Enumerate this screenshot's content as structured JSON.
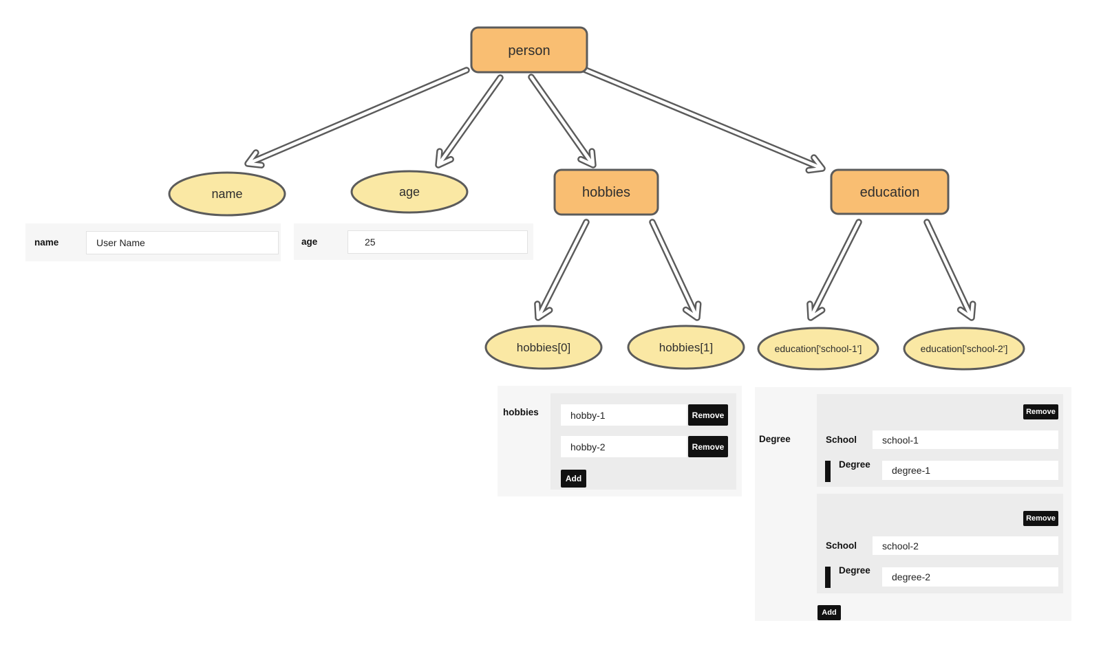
{
  "diagram": {
    "colors": {
      "branch_node_fill": "#f9be72",
      "leaf_node_fill": "#fae8a4",
      "node_border": "#5b5b5b",
      "button_bg": "#111111"
    },
    "nodes": {
      "person": "person",
      "name": "name",
      "age": "age",
      "hobbies": "hobbies",
      "education": "education",
      "hobbies_0": "hobbies[0]",
      "hobbies_1": "hobbies[1]",
      "school_1": "education['school-1']",
      "school_2": "education['school-2']"
    }
  },
  "forms": {
    "name": {
      "label": "name",
      "value": "User Name"
    },
    "age": {
      "label": "age",
      "value": "25"
    },
    "hobbies": {
      "label": "hobbies",
      "items": [
        "hobby-1",
        "hobby-2"
      ],
      "remove_label": "Remove",
      "add_label": "Add"
    },
    "education": {
      "label": "Degree",
      "remove_label": "Remove",
      "add_label": "Add",
      "entries": [
        {
          "school_label": "School",
          "school_value": "school-1",
          "degree_label": "Degree",
          "degree_value": "degree-1"
        },
        {
          "school_label": "School",
          "school_value": "school-2",
          "degree_label": "Degree",
          "degree_value": "degree-2"
        }
      ]
    }
  }
}
